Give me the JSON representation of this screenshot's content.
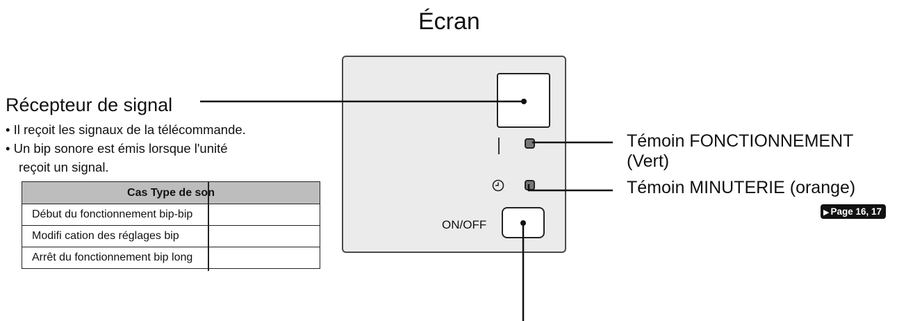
{
  "title": "Écran",
  "receiver": {
    "label": "Récepteur de signal",
    "bullets": [
      "• Il reçoit les signaux de la télécommande.",
      "• Un bip sonore est émis lorsque l'unité",
      "reçoit un signal."
    ]
  },
  "sound_table": {
    "header": "Cas Type de son",
    "rows": [
      "Début du fonctionnement bip-bip",
      "Modifi cation des réglages bip",
      "Arrêt du fonctionnement bip long"
    ]
  },
  "indicators": {
    "operation_label": "Témoin FONCTIONNEMENT",
    "operation_color": "(Vert)",
    "timer_label": "Témoin MINUTERIE (orange)",
    "page_ref": "Page 16, 17"
  },
  "panel": {
    "onoff_label": "ON/OFF"
  },
  "icons": {
    "clock": "clock-icon",
    "page_arrow": "play-arrow-icon"
  },
  "colors": {
    "panel_fill": "#ebebeb",
    "table_header": "#bdbdbd",
    "badge": "#111111"
  }
}
